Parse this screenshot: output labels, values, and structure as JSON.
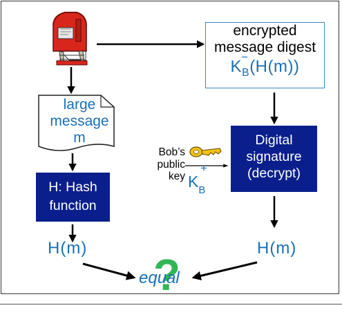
{
  "encrypted_digest": {
    "line1": "encrypted",
    "line2": "message digest",
    "k": "K",
    "minus": "−",
    "sub": "B",
    "expr": "(H(m))"
  },
  "message": {
    "line1": "large",
    "line2": "message",
    "line3": "m"
  },
  "hash_box": {
    "line1": "H: Hash",
    "line2": "function"
  },
  "signature_box": {
    "line1": "Digital",
    "line2": "signature",
    "line3": "(decrypt)"
  },
  "public_key": {
    "line1": "Bob’s",
    "line2": "public",
    "line3": "key",
    "k": "K",
    "sub": "B",
    "plus": "+"
  },
  "hm_left": "H(m)",
  "hm_right": "H(m)",
  "equal": "equal",
  "question": "?",
  "colors": {
    "accent_blue": "#1a6fb5",
    "box_navy": "#0b1f8c",
    "question_green": "#22b04a",
    "key_gold": "#f2c21b"
  },
  "icons": [
    "mailbox-icon",
    "key-icon"
  ]
}
